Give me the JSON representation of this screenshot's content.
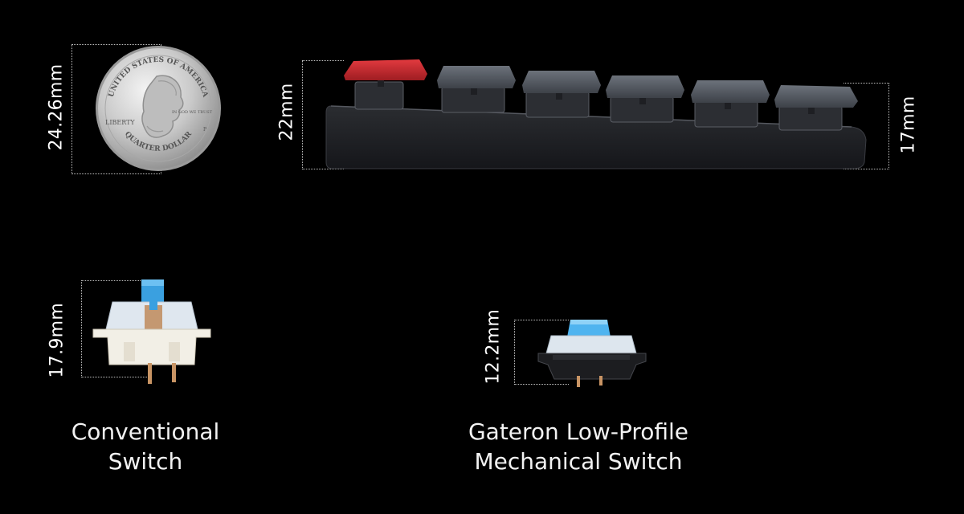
{
  "quarter": {
    "dimension": "24.26mm",
    "inscription_top": "UNITED STATES OF AMERICA",
    "inscription_bottom": "QUARTER DOLLAR",
    "liberty": "LIBERTY",
    "motto": "IN GOD WE TRUST",
    "mint": "P"
  },
  "keyboard": {
    "front_height": "22mm",
    "rear_height": "17mm"
  },
  "conventional_switch": {
    "dimension": "17.9mm",
    "caption_line1": "Conventional",
    "caption_line2": "Switch"
  },
  "low_profile_switch": {
    "dimension": "12.2mm",
    "caption_line1": "Gateron Low-Profile",
    "caption_line2": "Mechanical Switch"
  },
  "colors": {
    "background": "#000000",
    "accent_key": "#c8282d",
    "keycap": "#4a4f57",
    "switch_stem": "#3aa0e0",
    "lp_stem": "#4fb4ef"
  }
}
